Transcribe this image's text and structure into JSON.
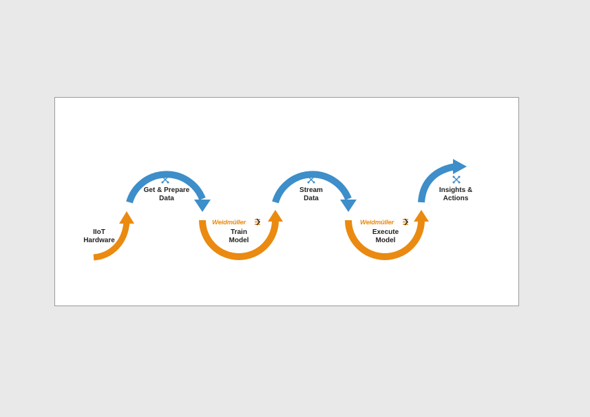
{
  "colors": {
    "blue": "#3d8ec9",
    "orange": "#ea8a10",
    "text": "#222222"
  },
  "steps": [
    {
      "line1": "IIoT",
      "line2": "Hardware"
    },
    {
      "line1": "Get & Prepare",
      "line2": "Data"
    },
    {
      "line1": "Train",
      "line2": "Model"
    },
    {
      "line1": "Stream",
      "line2": "Data"
    },
    {
      "line1": "Execute",
      "line2": "Model"
    },
    {
      "line1": "Insights &",
      "line2": "Actions"
    }
  ],
  "brand": {
    "name": "Weidmüller"
  }
}
